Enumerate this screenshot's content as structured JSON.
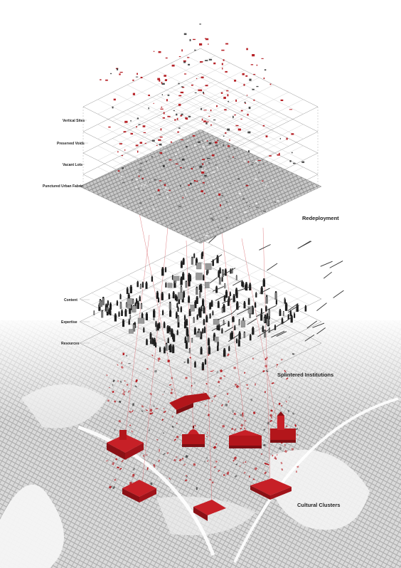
{
  "diagram": {
    "layer_labels_top": [
      "Vertical Sites",
      "Preserved Voids",
      "Vacant Lots",
      "Punctured Urban Fabric"
    ],
    "layer_labels_middle": [
      "Content",
      "Expertise",
      "Resources"
    ],
    "section_titles": {
      "top": "Redeployment",
      "middle": "Splintered Institutions",
      "bottom": "Cultural Clusters"
    },
    "colors": {
      "accent": "#b3161b",
      "accent_light": "#d9646a",
      "ink": "#1e1e1e",
      "grid_line": "#8a8a8a",
      "city_base": "#cfcfcf"
    }
  }
}
